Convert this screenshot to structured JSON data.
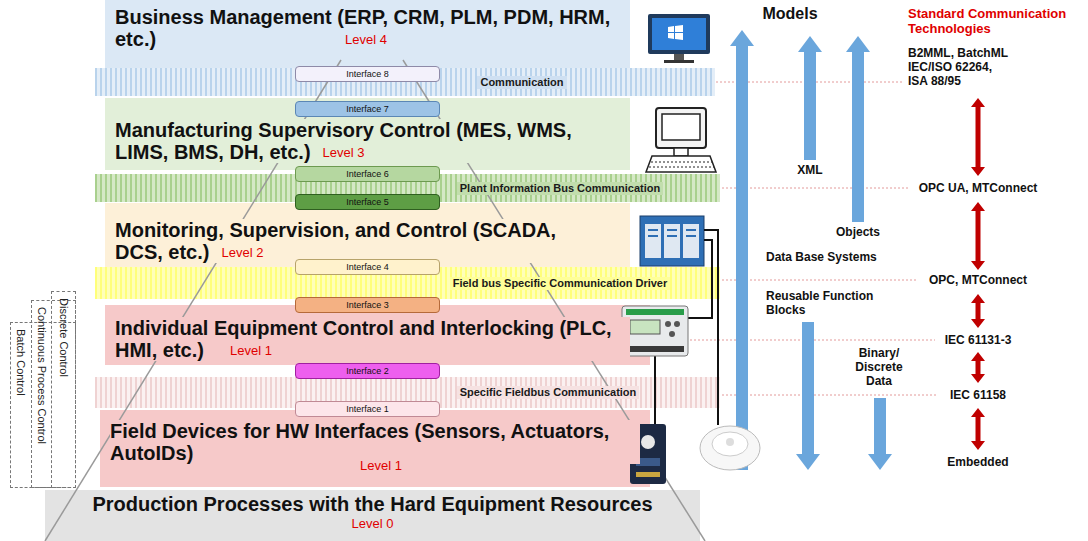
{
  "diagram": {
    "nodes": [
      {
        "text": [
          "Business Management (ERP, CRM, PLM, PDM, HRM, etc.)",
          "Level 4"
        ]
      },
      {
        "text": [
          "Interface 8"
        ]
      },
      {
        "text": [
          "Communication"
        ]
      },
      {
        "text": [
          "Interface 7"
        ]
      },
      {
        "text": [
          "Manufacturing Supervisory Control (MES, WMS, LIMS, BMS, DH, etc.)",
          "Level 3"
        ]
      },
      {
        "text": [
          "Interface 6"
        ]
      },
      {
        "text": [
          "Plant Information Bus Communication"
        ]
      },
      {
        "text": [
          "Interface 5"
        ]
      },
      {
        "text": [
          "Monitoring, Supervision, and Control (SCADA, DCS, etc.)",
          "Level 2"
        ]
      },
      {
        "text": [
          "Interface 4"
        ]
      },
      {
        "text": [
          "Field bus Specific Communication Driver"
        ]
      },
      {
        "text": [
          "Interface 3"
        ]
      },
      {
        "text": [
          "Individual Equipment Control and Interlocking (PLC, HMI, etc.)",
          "Level 1"
        ]
      },
      {
        "text": [
          "Interface 2"
        ]
      },
      {
        "text": [
          "Specific Fieldbus Communication"
        ]
      },
      {
        "text": [
          "Interface 1"
        ]
      },
      {
        "text": [
          "Field Devices for HW Interfaces (Sensors, Actuators, AutoIDs)",
          "Level 1"
        ]
      },
      {
        "text": [
          "Production Processes with the Hard Equipment Resources",
          "Level 0"
        ]
      },
      {
        "text": [
          "Batch Control"
        ]
      },
      {
        "text": [
          "Continuous Process Control"
        ]
      },
      {
        "text": [
          "Discrete Control"
        ]
      }
    ],
    "labels": [
      "Models",
      "XML",
      "Objects",
      "Data Base Systems",
      "Reusable Function Blocks",
      "Binary/ Discrete Data",
      "Standard Communication Technologies",
      "B2MML, BatchML IEC/ISO 62264, ISA 88/95",
      "OPC UA, MTConnect",
      "OPC, MTConnect",
      "IEC 61131-3",
      "IEC 61158",
      "Embedded"
    ]
  }
}
